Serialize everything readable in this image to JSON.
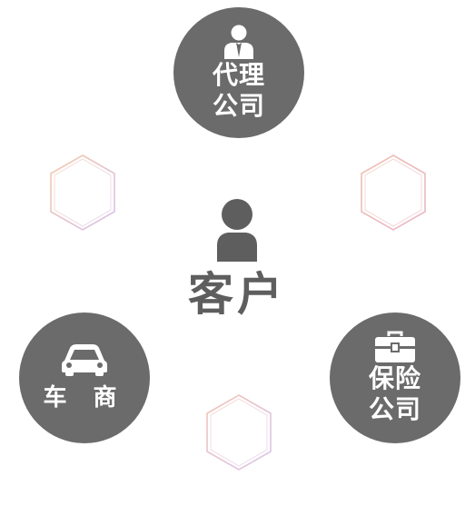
{
  "diagram": {
    "center": {
      "label": "客户",
      "icon": "person-icon",
      "color": "#5e5e5e"
    },
    "nodes": [
      {
        "id": "agent",
        "label": "代理\n公司",
        "icon": "businessman-icon",
        "fill": "#6b6b6b"
      },
      {
        "id": "dealer",
        "label": "车 商",
        "icon": "car-icon",
        "fill": "#6b6b6b"
      },
      {
        "id": "insurer",
        "label": "保险\n公司",
        "icon": "briefcase-icon",
        "fill": "#6b6b6b"
      }
    ],
    "decorations": {
      "hexagon_colors": [
        "#f2b8a8",
        "#d9c0e8",
        "#f0c8c8"
      ]
    }
  }
}
